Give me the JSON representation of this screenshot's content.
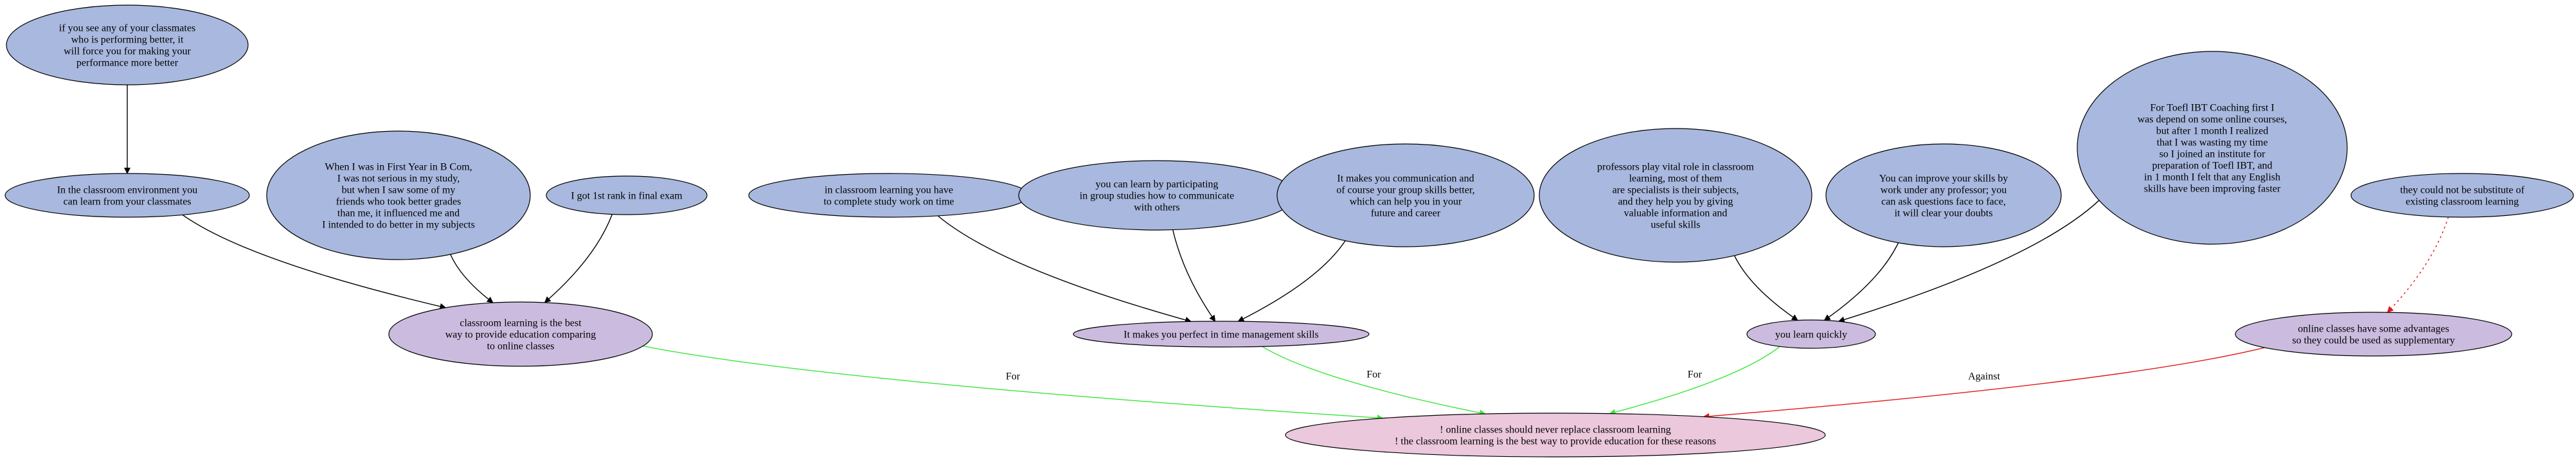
{
  "colors": {
    "premise": "#a9b8de",
    "argument": "#cbbcdf",
    "conclusion": "#ecc8dc",
    "for_edge": "#39e639",
    "against_edge": "#e01818",
    "support_edge": "#000000",
    "dotted_edge": "#ee1111"
  },
  "nodes": {
    "n1": {
      "kind": "premise",
      "lines": [
        "if you see any of your classmates",
        "who is performing better, it",
        "will force you for making your",
        "performance more better"
      ]
    },
    "n2": {
      "kind": "premise",
      "lines": [
        "In the classroom environment you",
        "can learn from your classmates"
      ]
    },
    "n3": {
      "kind": "premise",
      "lines": [
        "When I was in First Year in B Com,",
        "I was not serious in my study,",
        "but when I saw some of my",
        "friends who took better grades",
        "than me, it influenced me and",
        "I intended to do better in my subjects"
      ]
    },
    "n4": {
      "kind": "premise",
      "lines": [
        "I got 1st rank in final exam"
      ]
    },
    "n5": {
      "kind": "premise",
      "lines": [
        "in classroom learning you have",
        "to complete study work on time"
      ]
    },
    "n6": {
      "kind": "premise",
      "lines": [
        "you can learn by participating",
        "in group studies how to communicate",
        "with others"
      ]
    },
    "n7": {
      "kind": "premise",
      "lines": [
        "It makes you communication and",
        "of course your group skills better,",
        "which can help you in your",
        "future and career"
      ]
    },
    "n8": {
      "kind": "premise",
      "lines": [
        "professors play vital role in classroom",
        "learning, most of them",
        "are specialists is their subjects,",
        "and they help you by giving",
        "valuable information and",
        "useful skills"
      ]
    },
    "n9": {
      "kind": "premise",
      "lines": [
        "You can improve your skills by",
        "work under any professor; you",
        "can ask questions face to face,",
        "it will clear your doubts"
      ]
    },
    "n10": {
      "kind": "premise",
      "lines": [
        "For Toefl IBT Coaching first I",
        "was depend on some online courses,",
        "but after 1 month I realized",
        "that I was wasting my time",
        "so I joined an institute for",
        "preparation of Toefl IBT, and",
        "in 1 month I felt that any English",
        "skills have been improving faster"
      ]
    },
    "n11": {
      "kind": "premise",
      "lines": [
        "they could not be substitute of",
        "existing classroom learning"
      ]
    },
    "a1": {
      "kind": "argument",
      "lines": [
        "classroom learning is the best",
        "way to provide education comparing",
        "to online classes"
      ]
    },
    "a2": {
      "kind": "argument",
      "lines": [
        "It makes you perfect in time management skills"
      ]
    },
    "a3": {
      "kind": "argument",
      "lines": [
        "you learn quickly"
      ]
    },
    "a4": {
      "kind": "argument",
      "lines": [
        "online classes have some advantages",
        "so they could be used as supplementary"
      ]
    },
    "c": {
      "kind": "conclusion",
      "lines": [
        "! online classes should never replace classroom learning",
        "! the classroom learning is the best way to provide education for these reasons"
      ]
    }
  },
  "edges": [
    {
      "from": "n1",
      "to": "n2",
      "style": "support"
    },
    {
      "from": "n2",
      "to": "a1",
      "style": "support"
    },
    {
      "from": "n3",
      "to": "a1",
      "style": "support"
    },
    {
      "from": "n4",
      "to": "a1",
      "style": "support"
    },
    {
      "from": "n5",
      "to": "a2",
      "style": "support"
    },
    {
      "from": "n6",
      "to": "a2",
      "style": "support"
    },
    {
      "from": "n7",
      "to": "a2",
      "style": "support"
    },
    {
      "from": "n8",
      "to": "a3",
      "style": "support"
    },
    {
      "from": "n9",
      "to": "a3",
      "style": "support"
    },
    {
      "from": "n10",
      "to": "a3",
      "style": "support"
    },
    {
      "from": "n11",
      "to": "a4",
      "style": "dotted"
    },
    {
      "from": "a1",
      "to": "c",
      "style": "for",
      "label": "For"
    },
    {
      "from": "a2",
      "to": "c",
      "style": "for",
      "label": "For"
    },
    {
      "from": "a3",
      "to": "c",
      "style": "for",
      "label": "For"
    },
    {
      "from": "a4",
      "to": "c",
      "style": "against",
      "label": "Against"
    }
  ]
}
